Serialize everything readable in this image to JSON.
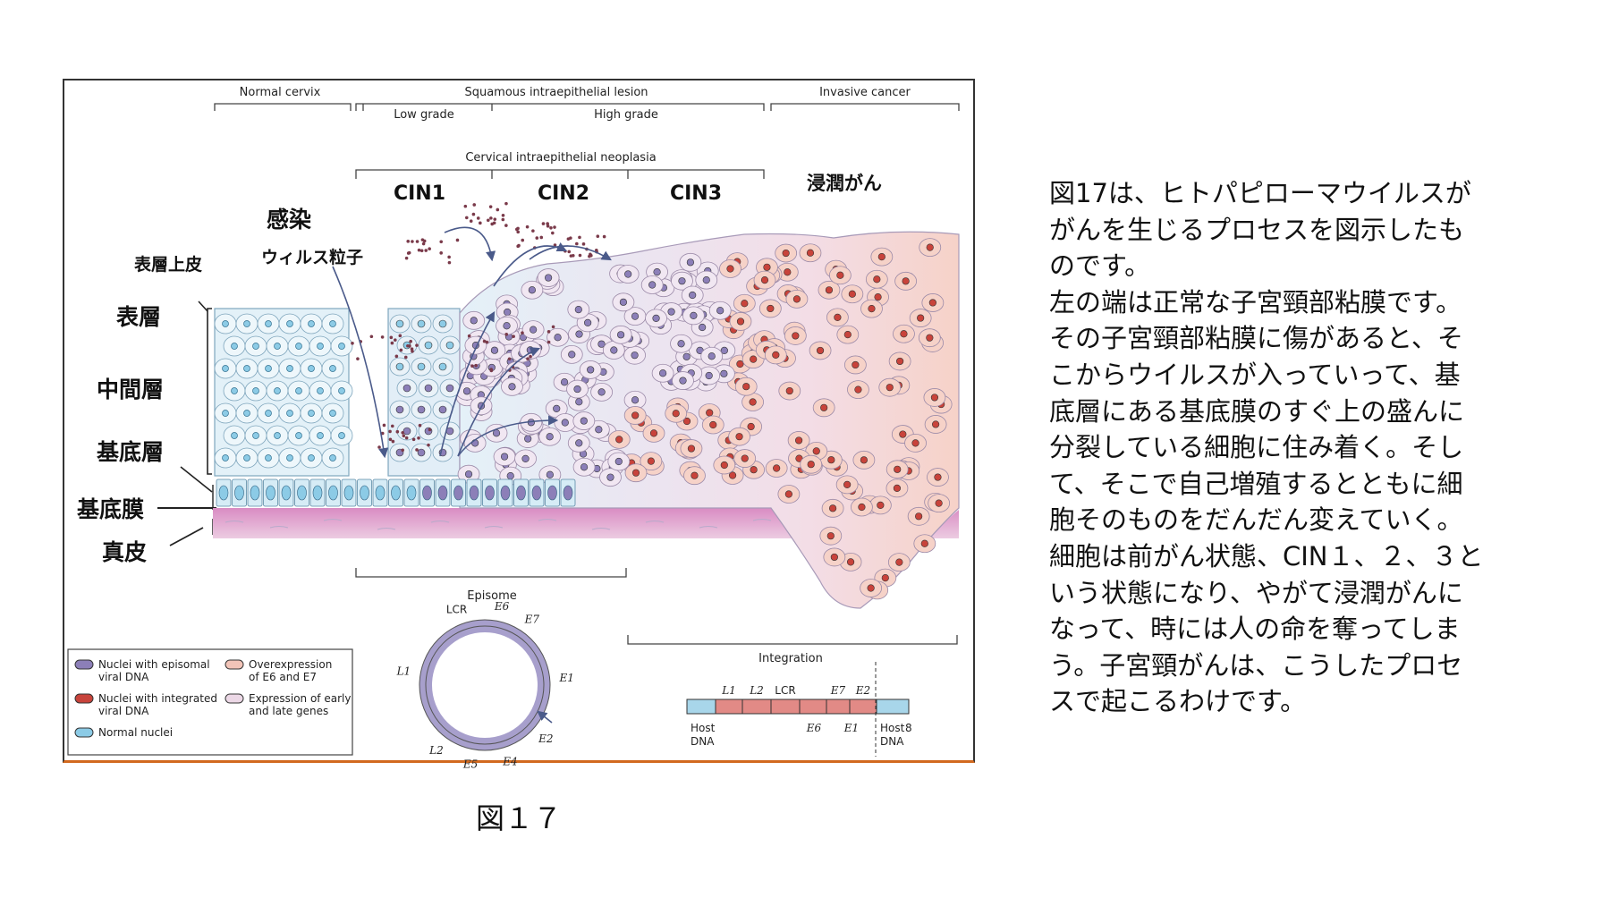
{
  "figure": {
    "stage_headers": [
      "Normal cervix",
      "Squamous intraepithelial lesion",
      "Invasive cancer"
    ],
    "grade_labels": [
      "Low grade",
      "High grade"
    ],
    "cin_bracket": "Cervical intraepithelial neoplasia",
    "cin_labels": [
      "CIN1",
      "CIN2",
      "CIN3"
    ],
    "invasive_jp": "浸潤がん",
    "infection_label": "感染",
    "virus_label": "ウィルス粒子",
    "layer_labels": {
      "superficial_epithelium": "表層上皮",
      "surface": "表層",
      "middle": "中間層",
      "basal": "基底層",
      "basement_membrane": "基底膜",
      "dermis": "真皮"
    },
    "episome": {
      "title": "Episome",
      "genes": [
        "LCR",
        "E6",
        "E7",
        "E1",
        "E2",
        "E4",
        "E5",
        "L2",
        "L1"
      ]
    },
    "integration": {
      "title": "Integration",
      "top_labels": [
        "L1",
        "L2",
        "LCR",
        "E7",
        "E2"
      ],
      "bottom_labels": [
        "E6",
        "E1"
      ],
      "host_left": [
        "Host",
        "DNA"
      ],
      "host_right": [
        "Host",
        "DNA"
      ],
      "footnote": "8"
    },
    "legend": [
      {
        "label": [
          "Nuclei with episomal",
          "viral DNA"
        ],
        "color": "#8c7fb8"
      },
      {
        "label": [
          "Overexpression",
          "of E6 and E7"
        ],
        "color": "#f2c4b8"
      },
      {
        "label": [
          "Nuclei with integrated",
          "viral DNA"
        ],
        "color": "#c8433b"
      },
      {
        "label": [
          "Expression of early",
          "and late genes"
        ],
        "color": "#ecd8e6"
      },
      {
        "label": [
          "Normal nuclei"
        ],
        "color": "#8ccbe6"
      }
    ]
  },
  "caption": "図１７",
  "description_lines": [
    "図17は、ヒトパピローマウイルスが",
    "がんを生じるプロセスを図示したも",
    "のです。",
    "左の端は正常な子宮頸部粘膜です。",
    "その子宮頸部粘膜に傷があると、そ",
    "こからウイルスが入っていって、基",
    "底層にある基底膜のすぐ上の盛んに",
    "分裂している細胞に住み着く。そし",
    "て、そこで自己増殖するとともに細",
    "胞そのものをだんだん変えていく。",
    "細胞は前がん状態、CIN１、２、３と",
    "いう状態になり、やがて浸潤がんに",
    "なって、時には人の命を奪ってしま",
    "う。子宮頸がんは、こうしたプロセ",
    "スで起こるわけです。"
  ],
  "colors": {
    "normal_nuclei": "#8ccbe6",
    "episomal_nuclei": "#8c7fb8",
    "integrated_nuclei": "#c8433b",
    "cancer_cell": "#f6d2c8",
    "dermis": "#f0dbe8"
  }
}
